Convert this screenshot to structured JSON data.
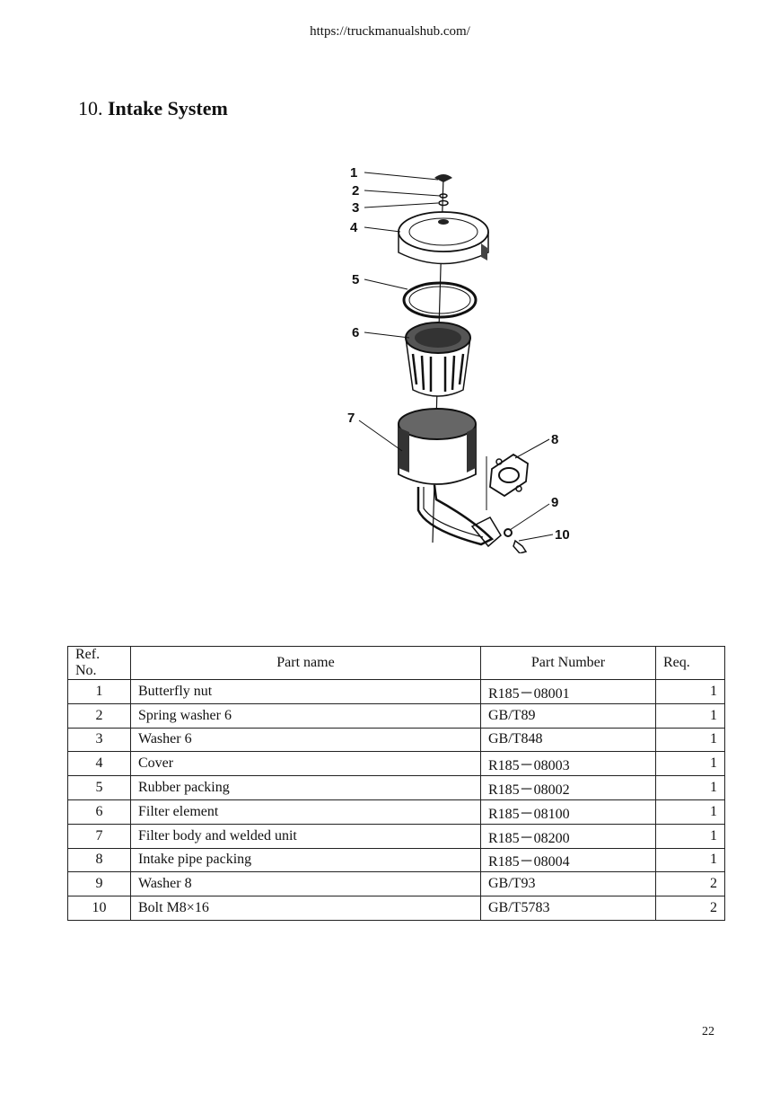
{
  "header": {
    "url": "https://truckmanualshub.com/"
  },
  "section": {
    "number": "10.",
    "title": "Intake System"
  },
  "diagram": {
    "callouts": [
      "1",
      "2",
      "3",
      "4",
      "5",
      "6",
      "7",
      "8",
      "9",
      "10"
    ]
  },
  "table": {
    "headers": {
      "ref": "Ref. No.",
      "name": "Part name",
      "number": "Part Number",
      "req": "Req."
    },
    "rows": [
      {
        "ref": "1",
        "name": "Butterfly nut",
        "number": "R185－08001",
        "req": "1"
      },
      {
        "ref": "2",
        "name": "Spring washer 6",
        "number": "GB/T89",
        "req": "1"
      },
      {
        "ref": "3",
        "name": "Washer 6",
        "number": "GB/T848",
        "req": "1"
      },
      {
        "ref": "4",
        "name": "Cover",
        "number": "R185－08003",
        "req": "1"
      },
      {
        "ref": "5",
        "name": "Rubber packing",
        "number": "R185－08002",
        "req": "1"
      },
      {
        "ref": "6",
        "name": "Filter element",
        "number": "R185－08100",
        "req": "1"
      },
      {
        "ref": "7",
        "name": "Filter body and welded unit",
        "number": "R185－08200",
        "req": "1"
      },
      {
        "ref": "8",
        "name": "Intake pipe packing",
        "number": "R185－08004",
        "req": "1"
      },
      {
        "ref": "9",
        "name": "Washer 8",
        "number": "GB/T93",
        "req": "2"
      },
      {
        "ref": "10",
        "name": "Bolt M8×16",
        "number": "GB/T5783",
        "req": "2"
      }
    ]
  },
  "footer": {
    "page_number": "22"
  }
}
